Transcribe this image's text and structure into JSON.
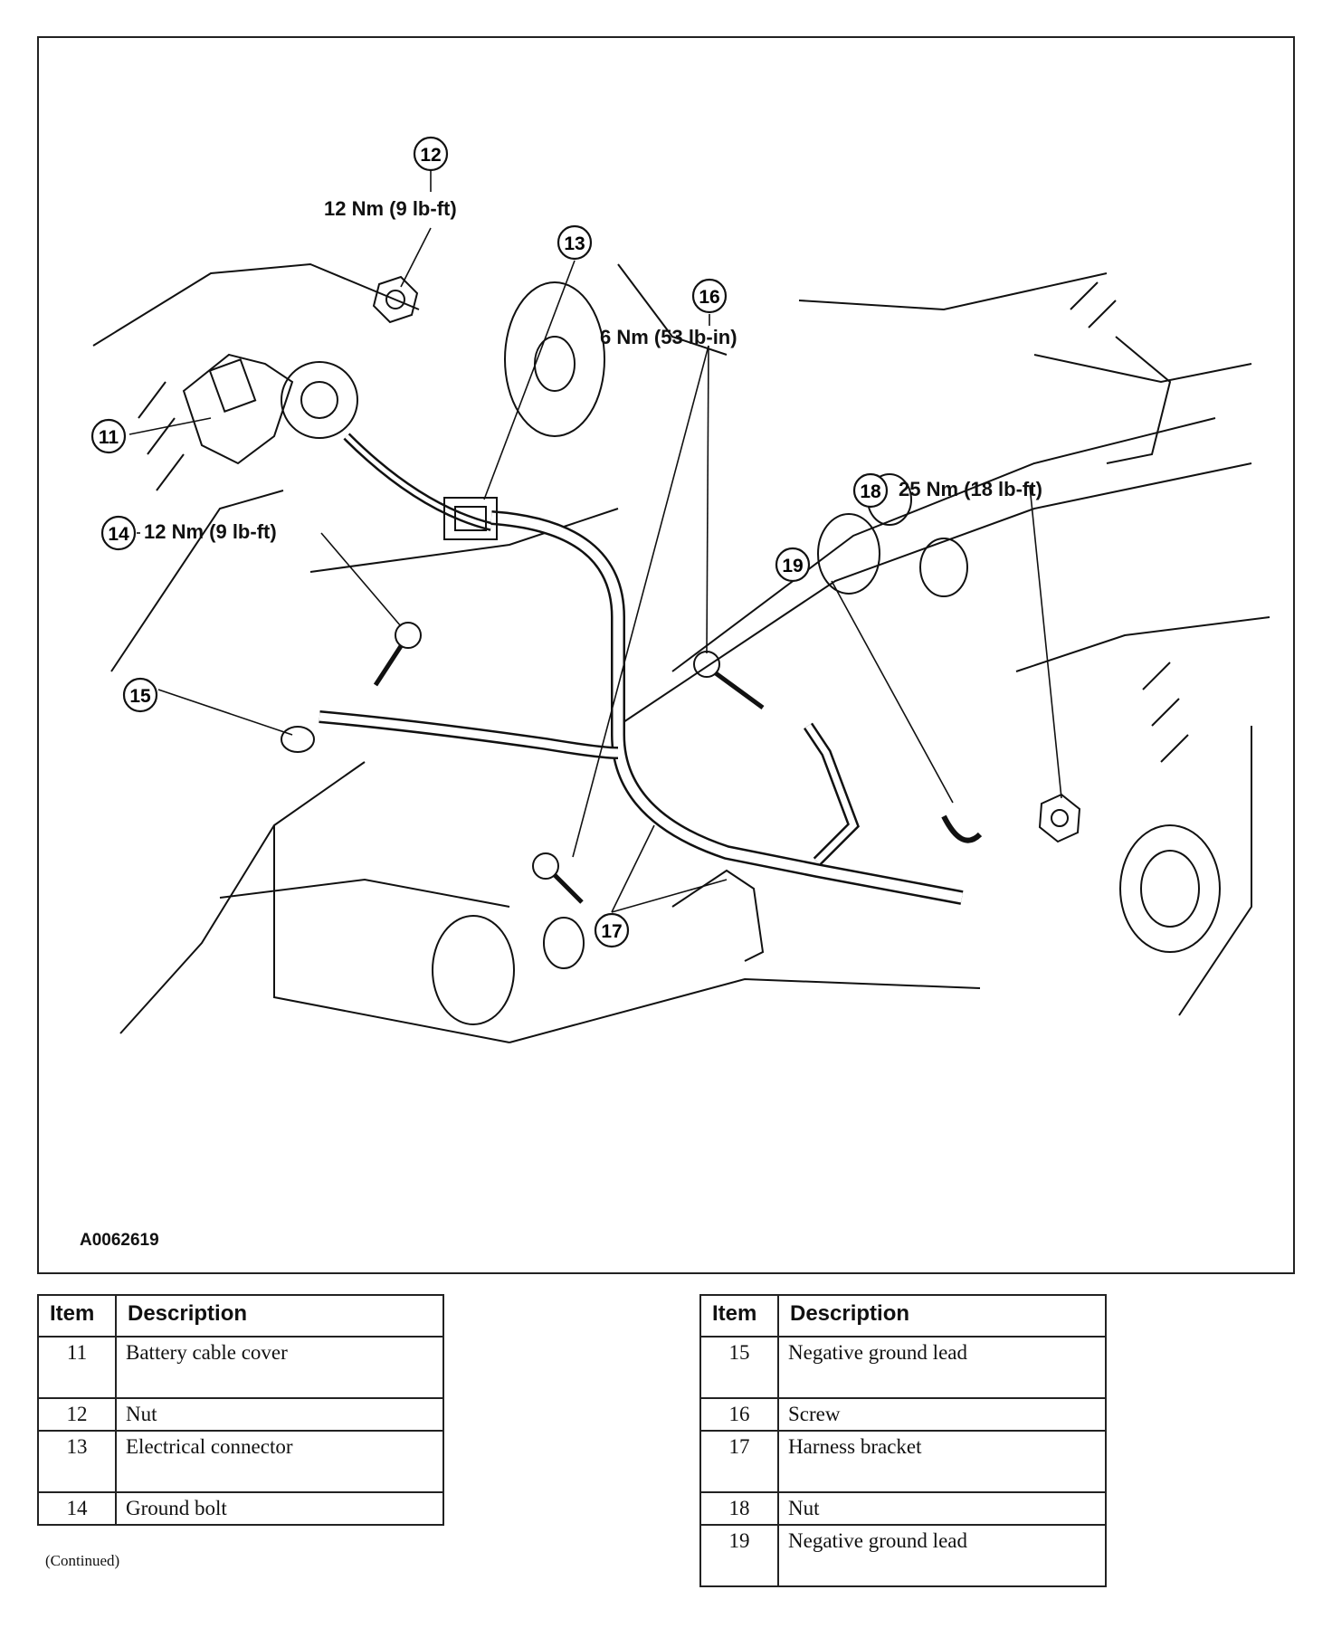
{
  "figure": {
    "reference_id": "A0062619",
    "callouts": [
      {
        "number": "11",
        "torque": ""
      },
      {
        "number": "12",
        "torque": "12 Nm (9 lb-ft)"
      },
      {
        "number": "13",
        "torque": ""
      },
      {
        "number": "14",
        "torque": "12 Nm (9 lb-ft)"
      },
      {
        "number": "15",
        "torque": ""
      },
      {
        "number": "16",
        "torque": "6 Nm (53 lb-in)"
      },
      {
        "number": "17",
        "torque": ""
      },
      {
        "number": "18",
        "torque": "25 Nm (18 lb-ft)"
      },
      {
        "number": "19",
        "torque": ""
      }
    ]
  },
  "tables": [
    {
      "headers": {
        "item": "Item",
        "description": "Description"
      },
      "rows": [
        {
          "item": "11",
          "description": "Battery cable cover"
        },
        {
          "item": "12",
          "description": "Nut"
        },
        {
          "item": "13",
          "description": "Electrical connector"
        },
        {
          "item": "14",
          "description": "Ground bolt"
        }
      ],
      "footnote": "(Continued)"
    },
    {
      "headers": {
        "item": "Item",
        "description": "Description"
      },
      "rows": [
        {
          "item": "15",
          "description": "Negative ground lead"
        },
        {
          "item": "16",
          "description": "Screw"
        },
        {
          "item": "17",
          "description": "Harness bracket"
        },
        {
          "item": "18",
          "description": "Nut"
        },
        {
          "item": "19",
          "description": "Negative ground lead"
        }
      ]
    }
  ]
}
